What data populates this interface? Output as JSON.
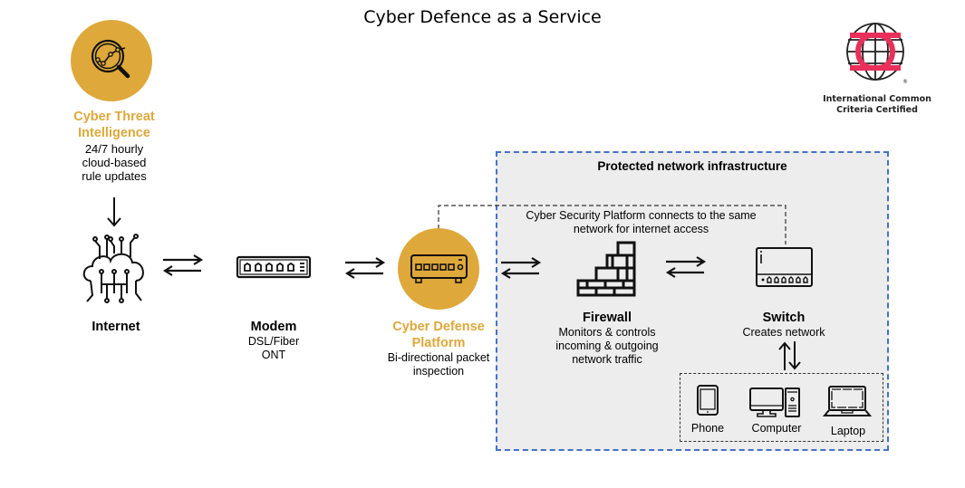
{
  "title": "Cyber Defence as a Service",
  "colors": {
    "accent_gold": "#dea83a",
    "protected_border": "#4472c4",
    "protected_bg": "#ededed",
    "logo_red": "#e8305a"
  },
  "threat_intel": {
    "icon": "magnifier-chart-icon",
    "title": "Cyber Threat Intelligence",
    "description_lines": [
      "24/7 hourly",
      "cloud-based",
      "rule updates"
    ]
  },
  "certification": {
    "icon": "common-criteria-logo",
    "lines": [
      "International Common",
      "Criteria Certified"
    ],
    "mark": "®"
  },
  "protected_zone": {
    "title": "Protected network infrastructure",
    "note_lines": [
      "Cyber Security Platform connects to the same",
      "network for internet access"
    ]
  },
  "nodes": {
    "internet": {
      "icon": "cloud-circuit-icon",
      "title": "Internet"
    },
    "modem": {
      "icon": "modem-icon",
      "title": "Modem",
      "description_lines": [
        "DSL/Fiber",
        "ONT"
      ]
    },
    "platform": {
      "icon": "network-appliance-icon",
      "title_lines": [
        "Cyber Defense",
        "Platform"
      ],
      "description_lines": [
        "Bi-directional packet",
        "inspection"
      ]
    },
    "firewall": {
      "icon": "brick-wall-icon",
      "title": "Firewall",
      "description_lines": [
        "Monitors & controls",
        "incoming & outgoing",
        "network traffic"
      ]
    },
    "switch": {
      "icon": "network-switch-icon",
      "title": "Switch",
      "description": "Creates network"
    }
  },
  "devices": [
    {
      "icon": "phone-icon",
      "label": "Phone"
    },
    {
      "icon": "computer-icon",
      "label": "Computer"
    },
    {
      "icon": "laptop-icon",
      "label": "Laptop"
    }
  ]
}
